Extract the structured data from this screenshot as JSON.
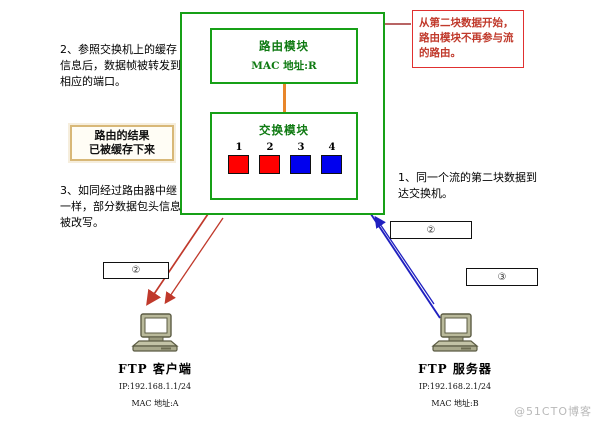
{
  "diagram": {
    "background": "#ffffff",
    "watermark": "@51CTO博客"
  },
  "chassis": {
    "border_color": "#17a017",
    "router_module": {
      "title": "路由模块",
      "subtitle": "MAC 地址:R"
    },
    "switch_module": {
      "title": "交换模块",
      "ports": [
        {
          "number": "1",
          "color": "#ff0000"
        },
        {
          "number": "2",
          "color": "#ff0000"
        },
        {
          "number": "3",
          "color": "#0000ee"
        },
        {
          "number": "4",
          "color": "#0000ee"
        }
      ]
    },
    "link_color": "#e8862a"
  },
  "notes": {
    "note1": "1、同一个流的第二块数据到达交换机。",
    "note2": "2、参照交换机上的缓存信息后，数据帧被转发到相应的端口。",
    "note3": "3、如同经过路由器中继一样，部分数据包头信息被改写。"
  },
  "cache_box": {
    "line1": "路由的结果",
    "line2": "已被缓存下来",
    "border_color": "#d8b878"
  },
  "red_note": {
    "text": "从第二块数据开始，路由模块不再参与流的路由。",
    "color": "#c0392b",
    "border_color": "#e03030"
  },
  "step_labels": {
    "left": "②",
    "middle": "②",
    "right": "③"
  },
  "hosts": {
    "client": {
      "name": "FTP 客户端",
      "ip": "IP:192.168.1.1/24",
      "mac": "MAC 地址:A"
    },
    "server": {
      "name": "FTP 服务器",
      "ip": "IP:192.168.2.1/24",
      "mac": "MAC 地址:B"
    }
  },
  "flows": {
    "downstream_color": "#c0392b",
    "upstream_color": "#2020c0",
    "router_pointer_color": "#a03030"
  }
}
